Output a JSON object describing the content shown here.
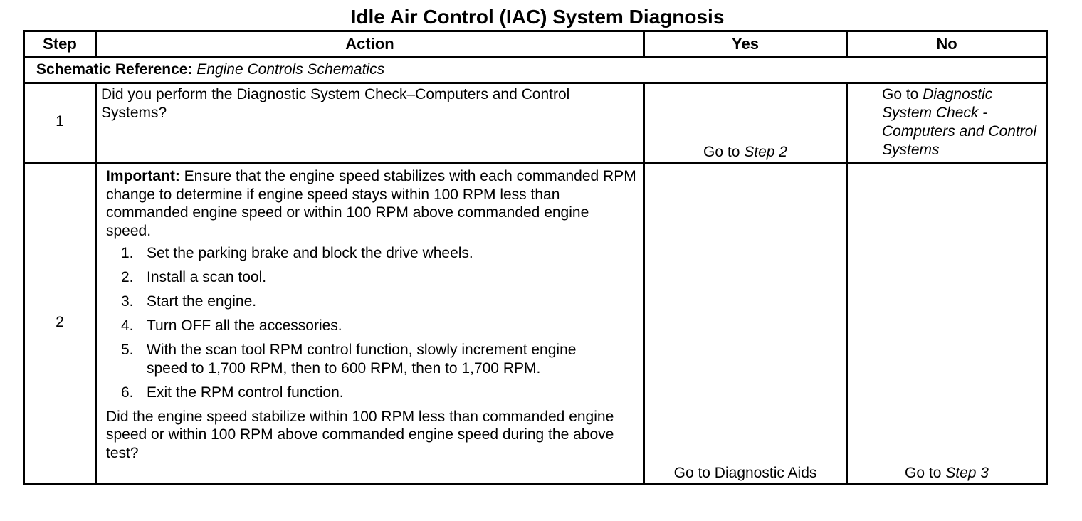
{
  "title": "Idle Air Control (IAC) System Diagnosis",
  "headers": {
    "step": "Step",
    "action": "Action",
    "yes": "Yes",
    "no": "No"
  },
  "schematic": {
    "label": "Schematic Reference:",
    "value": "Engine Controls Schematics"
  },
  "rows": [
    {
      "step": "1",
      "action": "Did you perform the Diagnostic System Check–Computers and Control Systems?",
      "yes_prefix": "Go to",
      "yes_link": "Step 2",
      "no_prefix": "Go to",
      "no_link": "Diagnostic System Check - Computers and Control Systems"
    },
    {
      "step": "2",
      "important_label": "Important:",
      "important_text": "Ensure that the engine speed stabilizes with each commanded RPM change to determine if engine speed stays within 100 RPM less than commanded engine speed or within 100 RPM above commanded engine speed.",
      "substeps": [
        "Set the parking brake and block the drive wheels.",
        "Install a scan tool.",
        "Start the engine.",
        "Turn OFF all the accessories.",
        "With the scan tool RPM control function, slowly increment engine speed to 1,700 RPM, then to 600 RPM, then to 1,700 RPM.",
        "Exit the RPM control function."
      ],
      "question": "Did the engine speed stabilize within 100 RPM less than commanded engine speed or within 100 RPM above commanded engine speed during the above test?",
      "yes_text": "Go to Diagnostic Aids",
      "no_prefix": "Go to",
      "no_link": "Step 3"
    }
  ]
}
